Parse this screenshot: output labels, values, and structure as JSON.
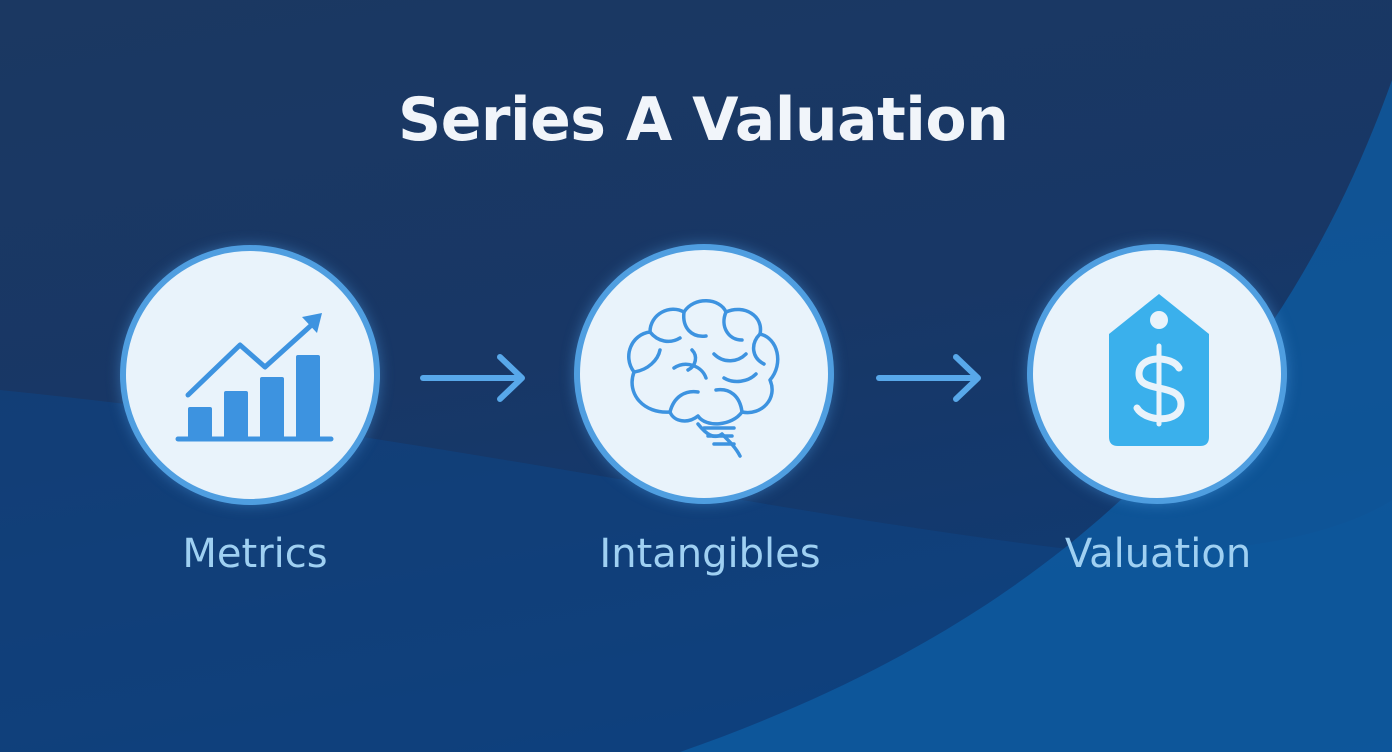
{
  "title": "Series A Valuation",
  "steps": [
    {
      "label": "Metrics",
      "icon": "bar-chart-growth-icon"
    },
    {
      "label": "Intangibles",
      "icon": "brain-icon"
    },
    {
      "label": "Valuation",
      "icon": "dollar-price-tag-icon"
    }
  ],
  "connector_icon": "right-arrow-icon",
  "colors": {
    "background": "#183766",
    "circle_fill": "#e9f3fb",
    "circle_border": "#4f9ee0",
    "icon_blue": "#3d93e0",
    "tag_blue": "#3ab0ec",
    "label": "#9fd0f2",
    "title": "#f1f5fa"
  }
}
